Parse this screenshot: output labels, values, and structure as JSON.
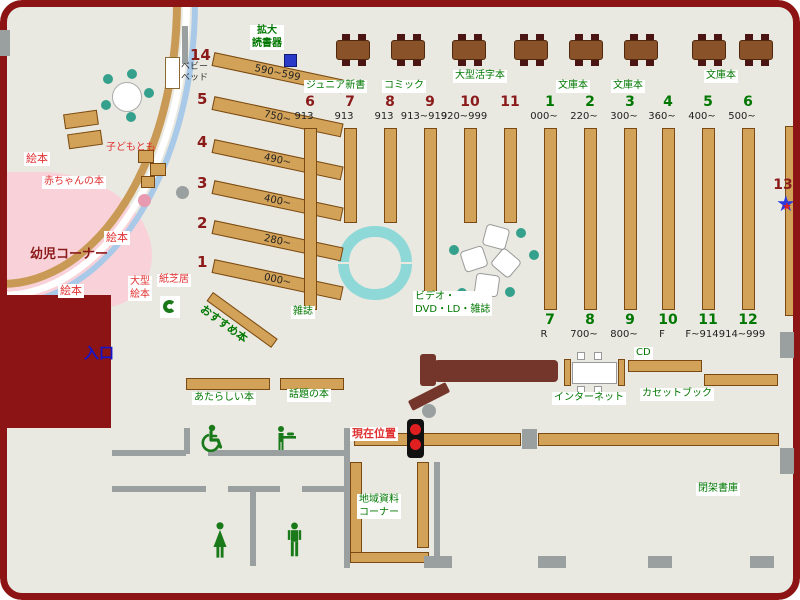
{
  "colors": {
    "wall": "#8c1414",
    "floor": "#e9e9e1",
    "shelf_tan": "#d2a258",
    "accent_green": "#007700",
    "accent_darkred": "#8b1a1a",
    "accent_red": "#e03030",
    "accent_blue": "#1515cc",
    "teal": "#35a08c",
    "cyan": "#8fd8d8",
    "pink_area": "#f8d2d8",
    "counter_brown": "#74362a"
  },
  "header": {
    "kakudai_line1": "拡大",
    "kakudai_line2": "読書器",
    "sections": [
      {
        "label": "ジュニア新書"
      },
      {
        "label": "コミック"
      },
      {
        "label": "大型活字本"
      },
      {
        "label": "文庫本"
      },
      {
        "label": "文庫本"
      },
      {
        "label": "文庫本"
      }
    ]
  },
  "diagonal_shelves": [
    {
      "num": "14",
      "range": "590~599"
    },
    {
      "num": "5",
      "range": "750~"
    },
    {
      "num": "4",
      "range": "490~"
    },
    {
      "num": "3",
      "range": "400~"
    },
    {
      "num": "2",
      "range": "280~"
    },
    {
      "num": "1",
      "range": "000~"
    }
  ],
  "columns_left": [
    {
      "num": "6",
      "range": "913"
    },
    {
      "num": "7",
      "range": "913"
    },
    {
      "num": "8",
      "range": "913"
    },
    {
      "num": "9",
      "range": "913~919"
    },
    {
      "num": "10",
      "range": "920~999"
    },
    {
      "num": "11",
      "range": ""
    }
  ],
  "columns_right": [
    {
      "num": "1",
      "range": "000~"
    },
    {
      "num": "2",
      "range": "220~"
    },
    {
      "num": "3",
      "range": "300~"
    },
    {
      "num": "4",
      "range": "360~"
    },
    {
      "num": "5",
      "range": "400~"
    },
    {
      "num": "6",
      "range": "500~"
    }
  ],
  "columns_bottom": [
    {
      "num": "7",
      "range": "R"
    },
    {
      "num": "8",
      "range": "700~"
    },
    {
      "num": "9",
      "range": "800~"
    },
    {
      "num": "10",
      "range": "F"
    },
    {
      "num": "11",
      "range": "F~914"
    },
    {
      "num": "12",
      "range": "914~999"
    }
  ],
  "shelf13": {
    "num": "13"
  },
  "children_area": {
    "title": "幼児コーナー",
    "ehon_top": "絵本",
    "ehon_mid": "絵本",
    "ehon_bottom": "絵本",
    "akachan": "赤ちゃんの本",
    "kodomotomo": "子どもとも",
    "ogata_line1": "大型",
    "ogata_line2": "絵本",
    "kamishibai": "紙芝居",
    "babybed_line1": "ベビー",
    "babybed_line2": "ベッド"
  },
  "areas": {
    "zasshi": "雑誌",
    "video_line1": "ビデオ・",
    "video_line2": "DVD・LD・雑誌",
    "osusume": "おすすめ本",
    "entrance": "入口",
    "atarashii": "あたらしい本",
    "wadai": "話題の本",
    "current_location": "現在位置",
    "internet": "インターネット",
    "cd": "CD",
    "cassette": "カセットブック",
    "chiiki_line1": "地域資料",
    "chiiki_line2": "コーナー",
    "heika": "閉架書庫"
  }
}
